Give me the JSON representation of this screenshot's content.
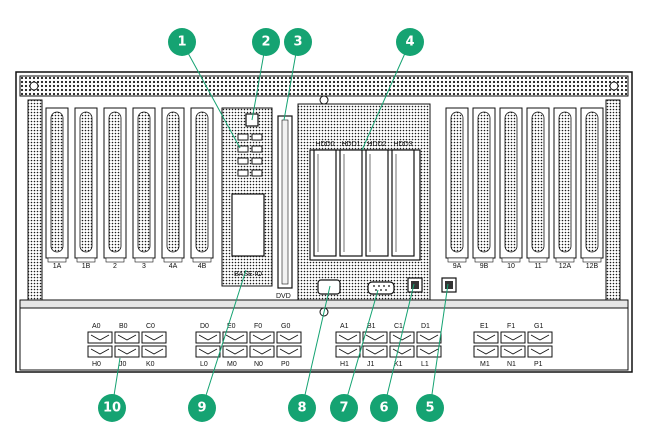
{
  "callouts": [
    {
      "num": "1",
      "color": "#15a372"
    },
    {
      "num": "2",
      "color": "#15a372"
    },
    {
      "num": "3",
      "color": "#15a372"
    },
    {
      "num": "4",
      "color": "#15a372"
    },
    {
      "num": "5",
      "color": "#15a372"
    },
    {
      "num": "6",
      "color": "#15a372"
    },
    {
      "num": "7",
      "color": "#15a372"
    },
    {
      "num": "8",
      "color": "#15a372"
    },
    {
      "num": "9",
      "color": "#15a372"
    },
    {
      "num": "10",
      "color": "#15a372"
    }
  ],
  "slots_left": [
    "1A",
    "1B",
    "2",
    "3",
    "4A",
    "4B"
  ],
  "slots_right": [
    "9A",
    "9B",
    "10",
    "11",
    "12A",
    "12B"
  ],
  "hdd_labels": [
    "HDD0",
    "HDD1",
    "HDD2",
    "HDD3"
  ],
  "labels": {
    "base_io": "BASE IO",
    "dvd": "DVD"
  },
  "port_rows": {
    "top_left": [
      "A0",
      "B0",
      "C0"
    ],
    "bottom_left": [
      "H0",
      "J0",
      "K0"
    ],
    "top_mid1": [
      "D0",
      "E0",
      "F0",
      "G0"
    ],
    "bottom_mid1": [
      "L0",
      "M0",
      "N0",
      "P0"
    ],
    "top_mid2": [
      "A1",
      "B1",
      "C1",
      "D1"
    ],
    "bottom_mid2": [
      "H1",
      "J1",
      "K1",
      "L1"
    ],
    "top_right": [
      "E1",
      "F1",
      "G1"
    ],
    "bottom_right": [
      "M1",
      "N1",
      "P1"
    ]
  }
}
